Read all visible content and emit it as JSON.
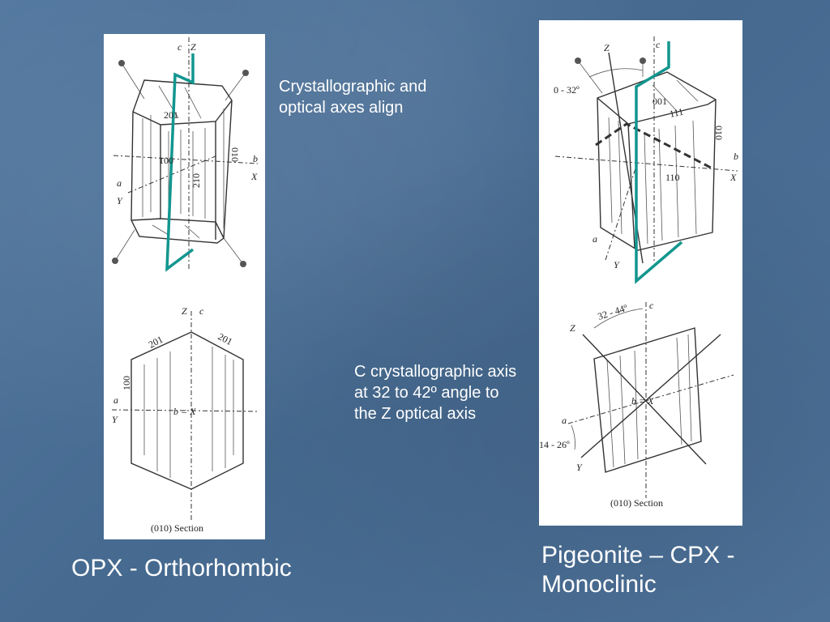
{
  "captions": {
    "axes_align": "Crystallographic and optical axes align",
    "c_axis_angle": "C crystallographic axis at 32 to 42º angle to the Z optical axis",
    "opx": "OPX - Orthorhombic",
    "pigeonite": "Pigeonite – CPX - Monoclinic"
  },
  "opx_crystal": {
    "label_c": "c",
    "label_Z": "Z",
    "face_201": "201",
    "face_100": "100",
    "face_210": "210",
    "face_010": "010",
    "label_b": "b",
    "label_X": "X",
    "label_a": "a",
    "label_Y": "Y"
  },
  "opx_section": {
    "label_Z": "Z",
    "label_c": "c",
    "face_201_left": "201",
    "face_201_right": "201",
    "face_100": "100",
    "label_a": "a",
    "label_Y": "Y",
    "b_eq_x": "b = X",
    "section_title": "(010) Section"
  },
  "cpx_crystal": {
    "label_Z": "Z",
    "label_c": "c",
    "angle_range": "0 - 32º",
    "face_001": "001",
    "face_111": "111",
    "face_010": "010",
    "face_110": "110",
    "label_b": "b",
    "label_X": "X",
    "label_a": "a",
    "label_Y": "Y"
  },
  "cpx_section": {
    "angle_range": "32 - 44º",
    "label_c": "c",
    "label_Z": "Z",
    "b_eq_x": "b = X",
    "label_a": "a",
    "angle_range_2": "14 - 26º",
    "label_Y": "Y",
    "section_title": "(010) Section"
  },
  "colors": {
    "background": "#4a6f98",
    "accent_plane": "#12968f",
    "text": "#ffffff"
  }
}
